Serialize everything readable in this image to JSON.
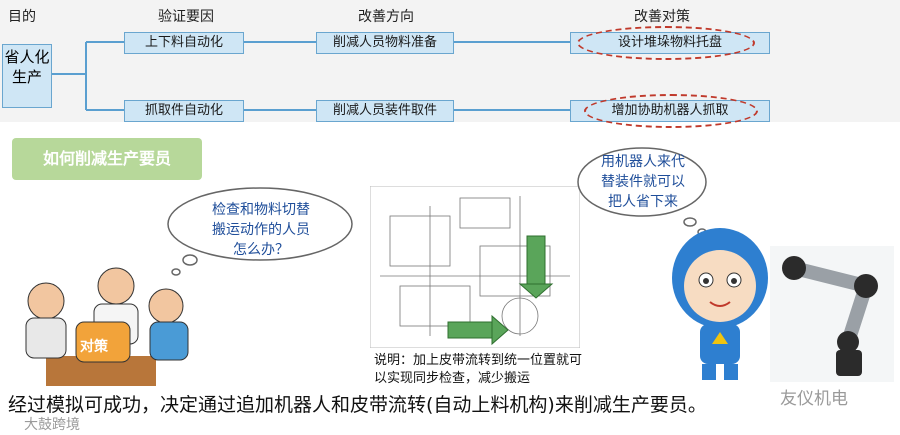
{
  "headers": {
    "goal": "目的",
    "factor": "验证要因",
    "direction": "改善方向",
    "measure": "改善对策"
  },
  "goal_label": "省人化生产",
  "rows": [
    {
      "factor": "上下料自动化",
      "direction": "削减人员物料准备",
      "measure": "设计堆垛物料托盘"
    },
    {
      "factor": "抓取件自动化",
      "direction": "削减人员装件取件",
      "measure": "增加协助机器人抓取"
    }
  ],
  "section_title": "如何削减生产要员",
  "left_cloud": [
    "检查和物料切替",
    "搬运动作的人员",
    "怎么办？"
  ],
  "sign_text": "对策",
  "right_cloud": [
    "用机器人来代",
    "替装件就可以",
    "把人省下来"
  ],
  "caption": [
    "说明：加上皮带流转到统一位置就可",
    "以实现同步检查，减少搬运"
  ],
  "conclusion": "经过模拟可成功，决定通过追加机器人和皮带流转(自动上料机构)来削减生产要员。",
  "watermark_right": "友仪机电",
  "watermark_left": "大鼓跨境",
  "colors": {
    "box_fill": "#cfe6f5",
    "oval": "#c0392b",
    "green": "#b7d89a",
    "cloud_text": "#1f4e9a"
  }
}
